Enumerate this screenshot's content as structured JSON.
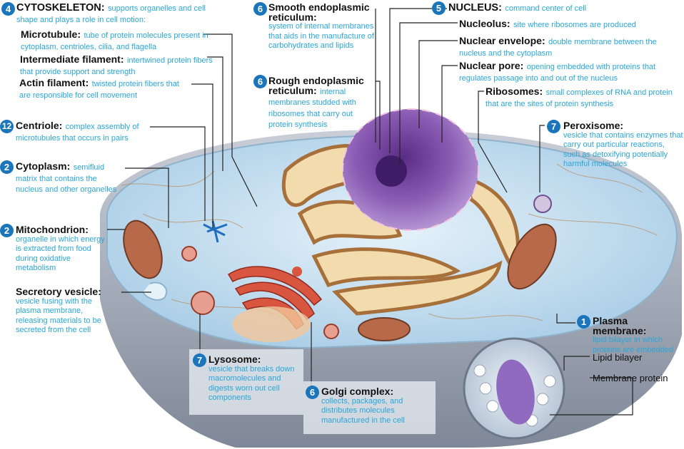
{
  "labels": {
    "cytoskeleton": {
      "num": "4",
      "title": "CYTOSKELETON:",
      "desc": "supports organelles and cell shape and plays a role in cell motion:"
    },
    "microtubule": {
      "title": "Microtubule:",
      "desc": "tube of protein molecules present in cytoplasm, centrioles, cilia, and flagella"
    },
    "intermediate_filament": {
      "title": "Intermediate filament:",
      "desc": "intertwined protein fibers that provide support and strength"
    },
    "actin_filament": {
      "title": "Actin filament:",
      "desc": "twisted protein fibers that are responsible for cell movement"
    },
    "centriole": {
      "num": "12",
      "title": "Centriole:",
      "desc": "complex assembly of microtubules that occurs in pairs"
    },
    "cytoplasm": {
      "num": "2",
      "title": "Cytoplasm:",
      "desc": "semifluid matrix that contains the nucleus and other organelles"
    },
    "mitochondrion": {
      "num": "2",
      "title": "Mitochondrion:",
      "desc": "organelle in which energy is extracted from food during oxidative metabolism"
    },
    "secretory_vesicle": {
      "title": "Secretory vesicle:",
      "desc": "vesicle fusing with the plasma membrane, releasing materials to be secreted from the cell"
    },
    "smooth_er": {
      "num": "6",
      "title": "Smooth endoplasmic reticulum:",
      "desc": "system of internal membranes that aids in the manufacture of carbohydrates and lipids"
    },
    "rough_er": {
      "num": "6",
      "title": "Rough endoplasmic reticulum:",
      "desc": "internal membranes studded with ribosomes that carry out protein synthesis"
    },
    "nucleus": {
      "num": "5",
      "title": "NUCLEUS:",
      "desc": "command center of cell"
    },
    "nucleolus": {
      "title": "Nucleolus:",
      "desc": "site where ribosomes are produced"
    },
    "nuclear_envelope": {
      "title": "Nuclear envelope:",
      "desc": "double membrane between the nucleus and the cytoplasm"
    },
    "nuclear_pore": {
      "title": "Nuclear pore:",
      "desc": "opening embedded with proteins that regulates passage into and out of the nucleus"
    },
    "ribosomes": {
      "title": "Ribosomes:",
      "desc": "small complexes of RNA and protein that are the sites of protein synthesis"
    },
    "peroxisome": {
      "num": "7",
      "title": "Peroxisome:",
      "desc": "vesicle that contains enzymes that carry out particular reactions, such as detoxifying potentially harmful molecules"
    },
    "plasma_membrane": {
      "num": "1",
      "title": "Plasma membrane:",
      "desc": "lipid bilayer in which proteins are embedded"
    },
    "lipid_bilayer": {
      "title": "Lipid bilayer"
    },
    "membrane_protein": {
      "title": "Membrane protein"
    },
    "lysosome": {
      "num": "7",
      "title": "Lysosome:",
      "desc": "vesicle that breaks down macromolecules and digests worn out cell components"
    },
    "golgi": {
      "num": "6",
      "title": "Golgi complex:",
      "desc": "collects, packages, and distributes molecules manufactured in the cell"
    }
  },
  "colors": {
    "badge": "#1b75bb",
    "desc_text": "#2aa6d8",
    "nucleus": "#7b4ea3",
    "cytoplasm": "#bcd9ee",
    "membrane": "#9aa4b4"
  }
}
